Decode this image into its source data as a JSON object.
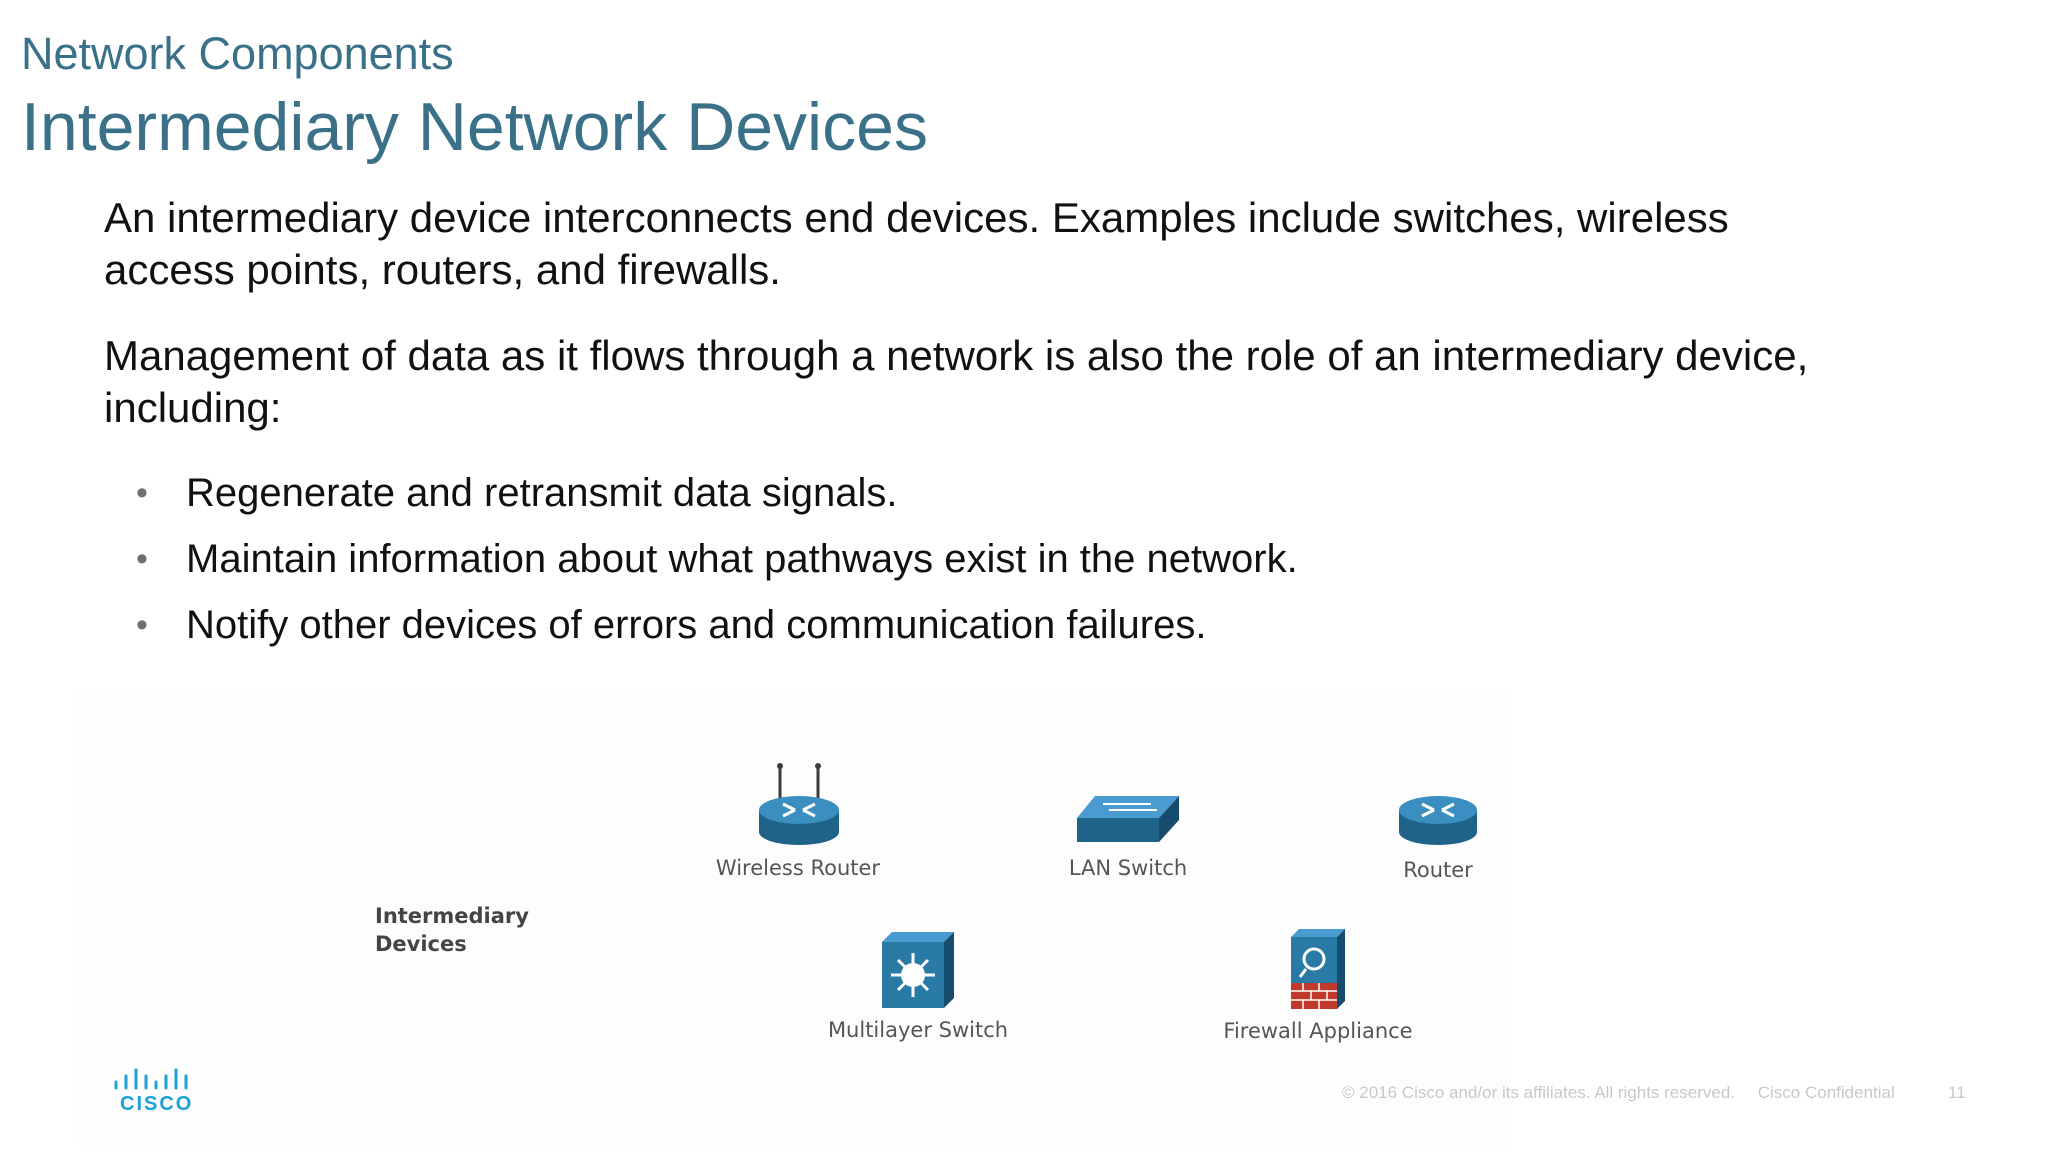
{
  "header": {
    "section": "Network Components",
    "title": "Intermediary Network Devices"
  },
  "content": {
    "paragraph1": "An intermediary device interconnects end devices. Examples include switches, wireless access points, routers, and firewalls.",
    "paragraph2": "Management of data as it flows through a network is also the role of an intermediary device, including:",
    "bullets": [
      "Regenerate and retransmit data signals.",
      "Maintain information about what pathways exist in the network.",
      "Notify other devices of errors and communication failures."
    ],
    "bullet_glyph": "•"
  },
  "diagram": {
    "group_label": "Intermediary\nDevices",
    "devices": {
      "wireless_router": "Wireless Router",
      "lan_switch": "LAN Switch",
      "router": "Router",
      "multilayer_switch": "Multilayer Switch",
      "firewall_appliance": "Firewall Appliance"
    },
    "icons": {
      "wireless_router": "wireless-router-icon",
      "lan_switch": "lan-switch-icon",
      "router": "router-icon",
      "multilayer_switch": "multilayer-switch-icon",
      "firewall_appliance": "firewall-icon"
    },
    "colors": {
      "device_blue": "#2a7aa6",
      "firewall_red": "#c0392b"
    }
  },
  "footer": {
    "logo_text": "CISCO",
    "copyright": "© 2016  Cisco and/or its affiliates. All rights reserved.",
    "confidential": "Cisco Confidential",
    "page_number": "11"
  },
  "colors": {
    "title": "#3a7189",
    "body_text": "#111111",
    "footer_text": "#c8c8c8",
    "logo": "#1ba0d7"
  }
}
